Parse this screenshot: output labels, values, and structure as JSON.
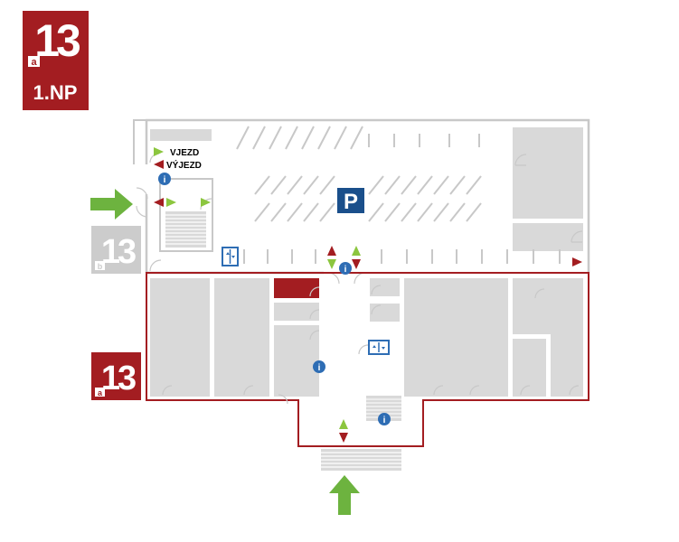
{
  "badge": {
    "number": "13",
    "letter": "a",
    "floor": "1.NP",
    "color": "#a31d21"
  },
  "legend": {
    "entry_label": "VJEZD",
    "exit_label": "VÝJEZD",
    "entry_color": "#8cc63f",
    "exit_color": "#a31d21"
  },
  "parking": {
    "label": "P",
    "color": "#1a4f8b"
  },
  "building_b": {
    "number": "13",
    "letter": "b",
    "color": "#cccccc"
  },
  "building_a": {
    "number": "13",
    "letter": "a",
    "color": "#a31d21"
  },
  "info": {
    "label": "i",
    "color": "#2e6db4"
  },
  "colors": {
    "wall_gray": "#c8c8c8",
    "room_fill": "#d9d9d9",
    "outline_red": "#a31d21",
    "arrow_green": "#6db33f"
  }
}
